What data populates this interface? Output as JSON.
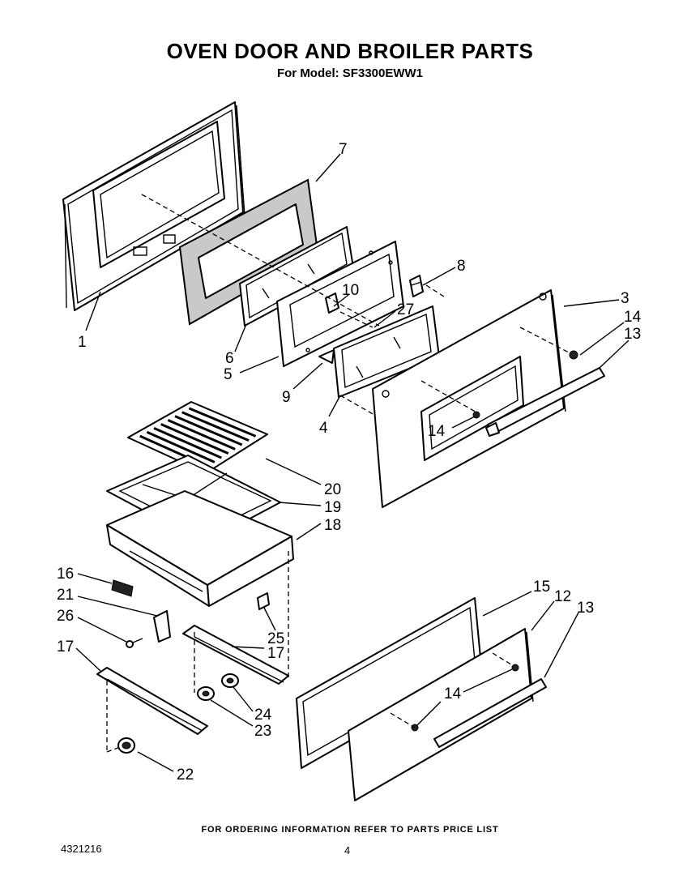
{
  "header": {
    "title": "OVEN DOOR AND BROILER PARTS",
    "model_line": "For Model: SF3300EWW1"
  },
  "callouts": {
    "c1": "1",
    "c3": "3",
    "c4": "4",
    "c5": "5",
    "c6": "6",
    "c7": "7",
    "c8": "8",
    "c9": "9",
    "c10": "10",
    "c12": "12",
    "c13_upper": "13",
    "c13_lower": "13",
    "c14_upper": "14",
    "c14_mid": "14",
    "c14_lower": "14",
    "c15": "15",
    "c16": "16",
    "c17_left": "17",
    "c17_right": "17",
    "c18": "18",
    "c19": "19",
    "c20": "20",
    "c21": "21",
    "c22": "22",
    "c23": "23",
    "c24": "24",
    "c25": "25",
    "c26": "26",
    "c27": "27"
  },
  "footer": {
    "ordering_note": "FOR ORDERING INFORMATION REFER TO PARTS PRICE LIST",
    "doc_number": "4321216",
    "page_number": "4"
  }
}
